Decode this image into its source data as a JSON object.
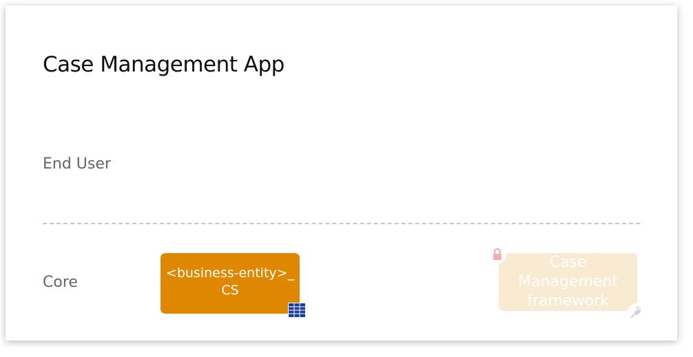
{
  "diagram": {
    "title": "Case Management App",
    "layers": [
      {
        "name": "End User"
      },
      {
        "name": "Core"
      }
    ],
    "blocks": [
      {
        "lines": [
          "<business-entity>_",
          "CS"
        ],
        "color": "#e08700",
        "icon": "table-icon"
      },
      {
        "lines": [
          "Case",
          "Management",
          "framework"
        ],
        "color": "#f9ead2",
        "icons": [
          "lock-icon",
          "plug-icon"
        ]
      }
    ]
  }
}
